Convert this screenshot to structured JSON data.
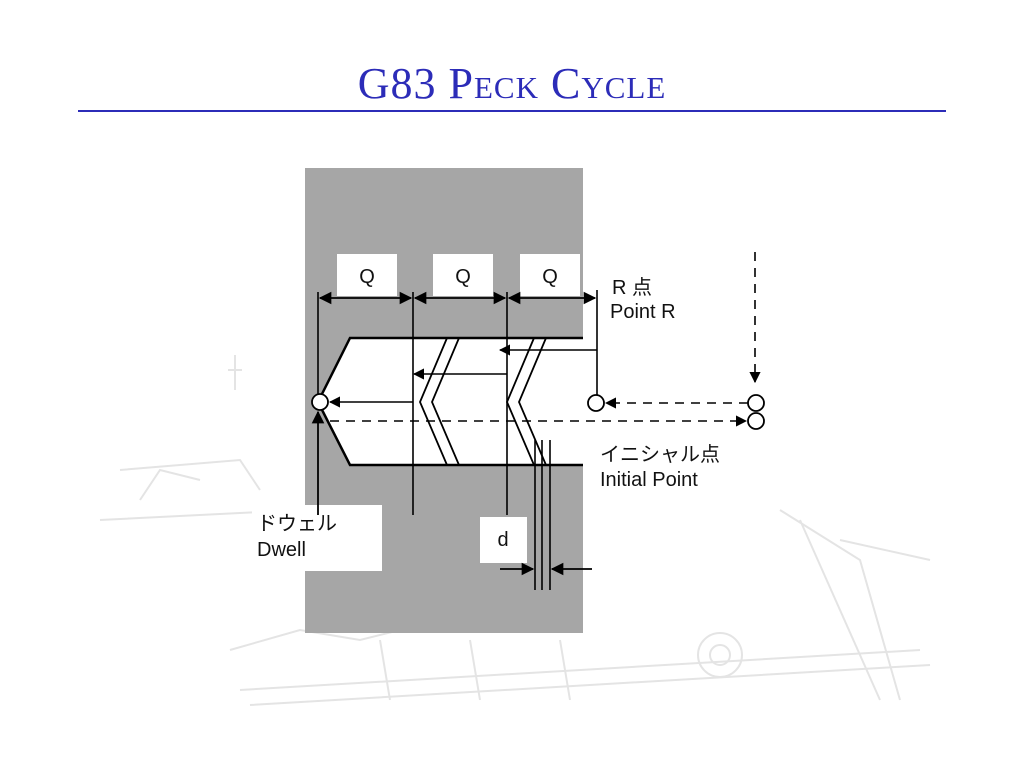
{
  "slide": {
    "title": "G83 Peck Cycle"
  },
  "diagram": {
    "q_labels": [
      "Q",
      "Q",
      "Q"
    ],
    "d_label": "d",
    "point_r": {
      "jp": "R 点",
      "en": "Point R"
    },
    "initial_point": {
      "jp": "イニシャル点",
      "en": "Initial Point"
    },
    "dwell": {
      "jp": "ドウェル",
      "en": "Dwell"
    },
    "colors": {
      "title": "#2c2cb8",
      "workpiece": "#a6a6a6",
      "watermark": "#e6e6e6"
    }
  }
}
